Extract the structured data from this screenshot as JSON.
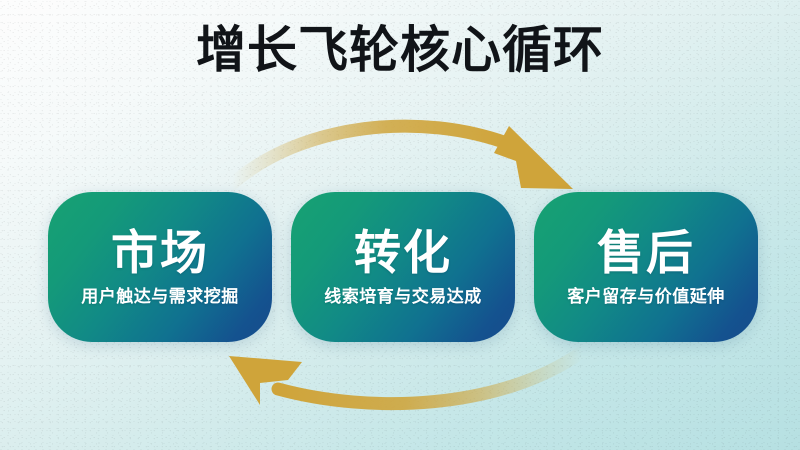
{
  "slide": {
    "title": "增长飞轮核心循环",
    "background": {
      "top_left_color": "#fdfdfd",
      "bottom_right_color": "#b6e0e2"
    }
  },
  "colors": {
    "title_text": "#111418",
    "arrow_gold": "#cfa43a",
    "card_gradient_start": "#17a272",
    "card_gradient_end": "#174b8c",
    "card_text": "#ffffff"
  },
  "cards": [
    {
      "id": "market",
      "title": "市场",
      "subtitle": "用户触达与需求挖掘"
    },
    {
      "id": "conversion",
      "title": "转化",
      "subtitle": "线索培育与交易达成"
    },
    {
      "id": "after-sales",
      "title": "售后",
      "subtitle": "客户留存与价值延伸"
    }
  ],
  "arrows": [
    {
      "id": "top-arrow",
      "direction": "left-to-right",
      "color": "#cfa43a",
      "label": "forward-flow-arrow"
    },
    {
      "id": "bottom-arrow",
      "direction": "right-to-left",
      "color": "#cfa43a",
      "label": "feedback-loop-arrow"
    }
  ]
}
